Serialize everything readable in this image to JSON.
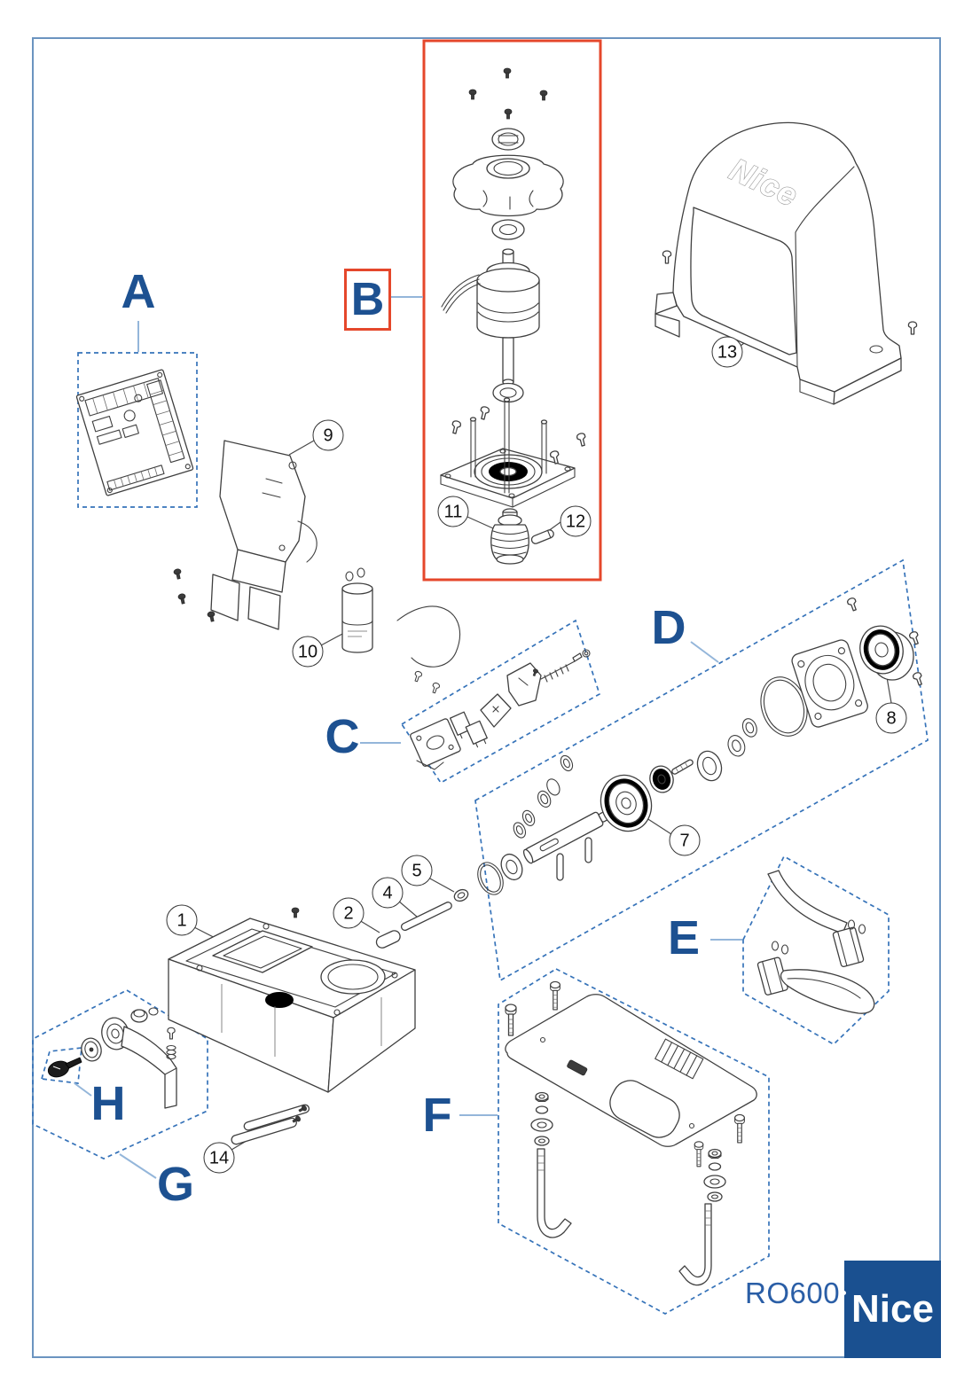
{
  "page": {
    "product_code": "RO600",
    "brand_logo": "Nice",
    "cover_embossed_logo": "Nice"
  },
  "colors": {
    "section_label_blue": "#1d5191",
    "highlight_red": "#e5472b",
    "dashed_box_blue": "#3673b9",
    "page_border_blue": "#6b94c0",
    "brand_box_blue": "#1a5090",
    "product_code_blue": "#2a5ea6",
    "line_art_gray": "#3f3f3f"
  },
  "section_labels": [
    {
      "letter": "A"
    },
    {
      "letter": "B"
    },
    {
      "letter": "C"
    },
    {
      "letter": "D"
    },
    {
      "letter": "E"
    },
    {
      "letter": "F"
    },
    {
      "letter": "G"
    },
    {
      "letter": "H"
    }
  ],
  "part_numbers": [
    {
      "number": "1"
    },
    {
      "number": "2"
    },
    {
      "number": "4"
    },
    {
      "number": "5"
    },
    {
      "number": "7"
    },
    {
      "number": "8"
    },
    {
      "number": "9"
    },
    {
      "number": "10"
    },
    {
      "number": "11"
    },
    {
      "number": "12"
    },
    {
      "number": "13"
    },
    {
      "number": "14"
    }
  ]
}
